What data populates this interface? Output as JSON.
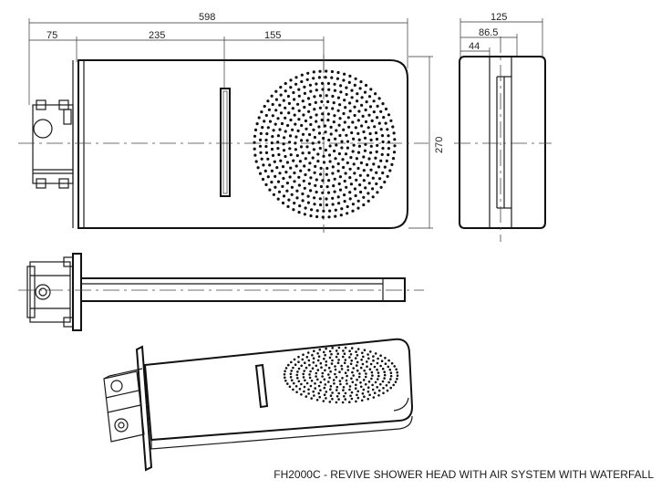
{
  "drawing": {
    "dimensions": {
      "overall_width": "598",
      "wall_box": "75",
      "to_slot": "235",
      "slot_to_center": "155",
      "height": "270",
      "side_depth": "125",
      "side_mid": "86.5",
      "side_inner": "44"
    },
    "caption": "FH2000C - REVIVE SHOWER HEAD WITH AIR SYSTEM WITH WATERFALL"
  }
}
